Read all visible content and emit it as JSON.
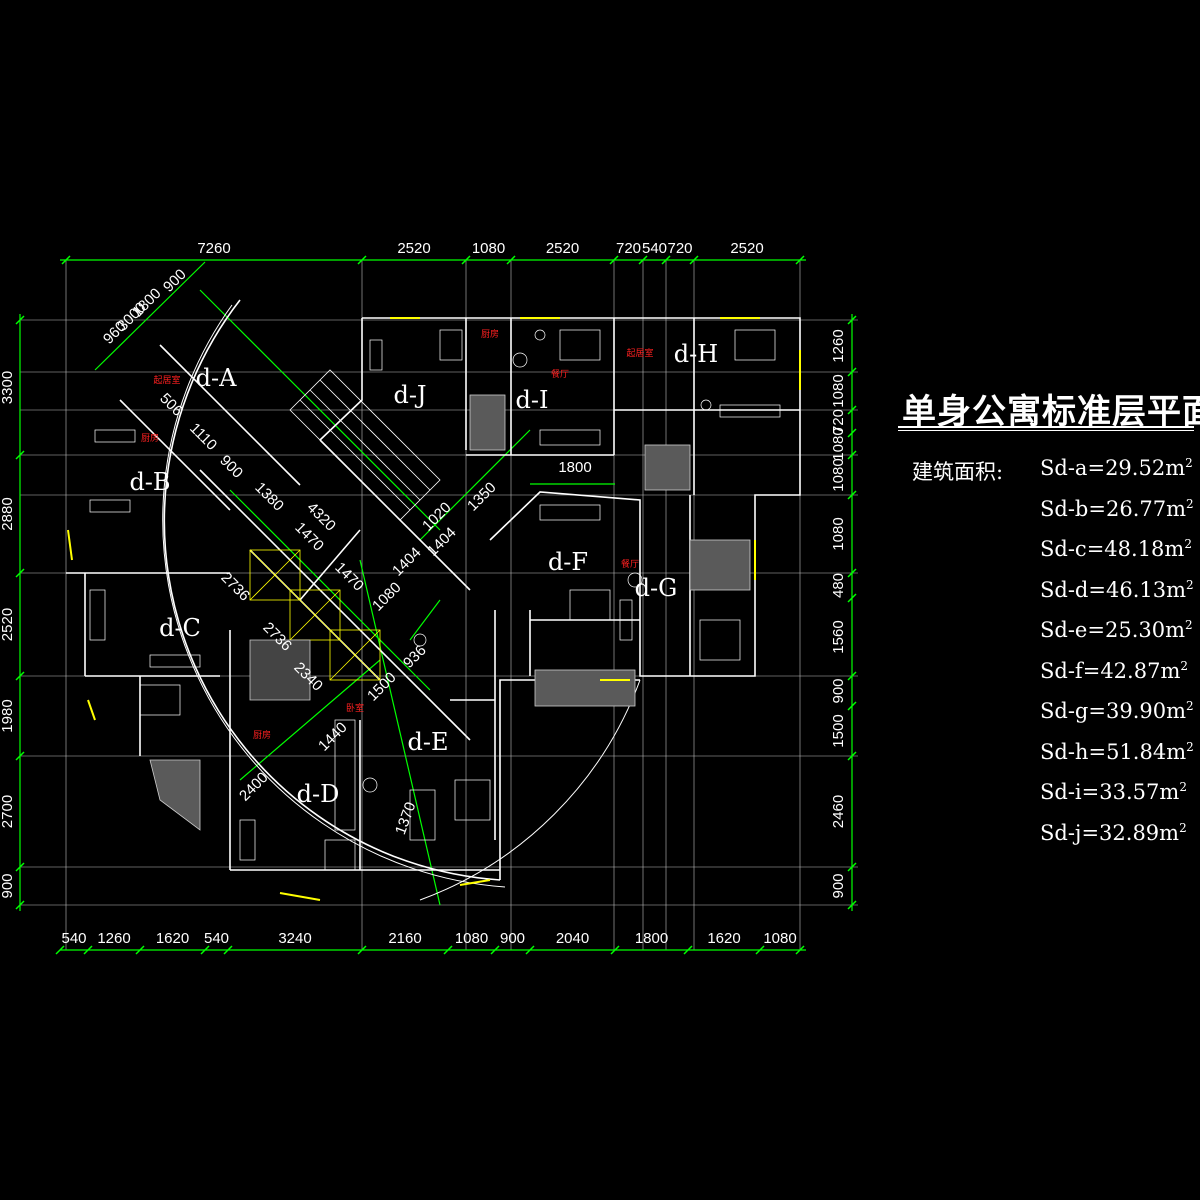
{
  "drawing": {
    "title": "单身公寓标准层平面图",
    "area_label": "建筑面积:",
    "areas": [
      {
        "name": "Sd-a",
        "value": "29.52",
        "unit": "m",
        "exp": "2"
      },
      {
        "name": "Sd-b",
        "value": "26.77",
        "unit": "m",
        "exp": "2"
      },
      {
        "name": "Sd-c",
        "value": "48.18",
        "unit": "m",
        "exp": "2"
      },
      {
        "name": "Sd-d",
        "value": "46.13",
        "unit": "m",
        "exp": "2"
      },
      {
        "name": "Sd-e",
        "value": "25.30",
        "unit": "m",
        "exp": "2"
      },
      {
        "name": "Sd-f",
        "value": "42.87",
        "unit": "m",
        "exp": "2"
      },
      {
        "name": "Sd-g",
        "value": "39.90",
        "unit": "m",
        "exp": "2"
      },
      {
        "name": "Sd-h",
        "value": "51.84",
        "unit": "m",
        "exp": "2"
      },
      {
        "name": "Sd-i",
        "value": "33.57",
        "unit": "m",
        "exp": "2"
      },
      {
        "name": "Sd-j",
        "value": "32.89",
        "unit": "m",
        "exp": "2"
      }
    ]
  },
  "dimensions": {
    "top": [
      "7260",
      "2520",
      "1080",
      "2520",
      "720",
      "540",
      "720",
      "2520"
    ],
    "bottom": [
      "540",
      "1260",
      "1620",
      "540",
      "3240",
      "2160",
      "1080",
      "900",
      "2040",
      "1800",
      "1620",
      "1080"
    ],
    "left": [
      "3300",
      "2880",
      "2520",
      "1980",
      "2700",
      "900"
    ],
    "right": [
      "1260",
      "1080",
      "720",
      "1080",
      "1080",
      "1080",
      "480",
      "1560",
      "900",
      "1500",
      "2460",
      "900"
    ],
    "diagonal": [
      "900",
      "1800",
      "960",
      "3000",
      "506",
      "1110",
      "900",
      "1380",
      "1470",
      "1470",
      "4320",
      "1800",
      "1020",
      "1350",
      "1404",
      "1404",
      "1080",
      "936",
      "1500",
      "2736",
      "2736",
      "2340",
      "1440",
      "2400",
      "1370"
    ]
  },
  "units": [
    "d-A",
    "d-B",
    "d-C",
    "d-D",
    "d-E",
    "d-F",
    "d-G",
    "d-H",
    "d-I",
    "d-J"
  ],
  "room_labels": [
    "起居室",
    "餐厅",
    "厨房",
    "卧室",
    "厨房",
    "起居室",
    "餐厅",
    "厨房"
  ],
  "colors": {
    "background": "#000000",
    "dimension_lines": "#00ff00",
    "walls": "#ffffff",
    "room_text": "#ff2020",
    "windows": "#ffff00",
    "grid": "#ffffff"
  }
}
